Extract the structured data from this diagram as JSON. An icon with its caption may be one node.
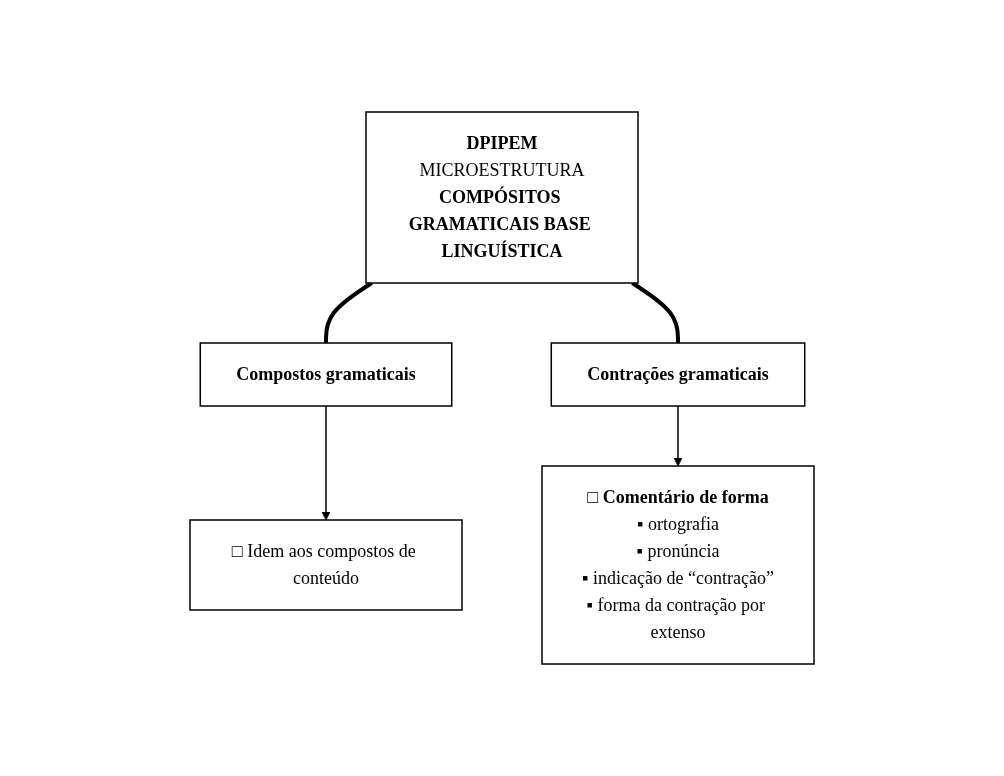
{
  "diagram": {
    "nodes": [
      {
        "text": [
          "DPIPEM",
          "MICROESTRUTURA",
          "COMPÓSITOS GRAMATICAIS BASE LINGUÍSTICA"
        ]
      },
      {
        "text": [
          "Compostos gramaticais"
        ]
      },
      {
        "text": [
          "Contrações gramaticais"
        ]
      },
      {
        "text": [
          "□ Idem aos compostos de conteúdo"
        ]
      },
      {
        "text": [
          "□ Comentário de forma",
          "▪ ortografia",
          "▪ pronúncia",
          "▪ indicação de “contração”",
          "▪ forma da contração por extenso"
        ]
      }
    ],
    "edges": [
      {
        "from": 0,
        "to": 1,
        "arrow": "none",
        "style": "thick"
      },
      {
        "from": 0,
        "to": 2,
        "arrow": "none",
        "style": "thick"
      },
      {
        "from": 1,
        "to": 3,
        "arrow": "to"
      },
      {
        "from": 2,
        "to": 4,
        "arrow": "to"
      }
    ]
  }
}
